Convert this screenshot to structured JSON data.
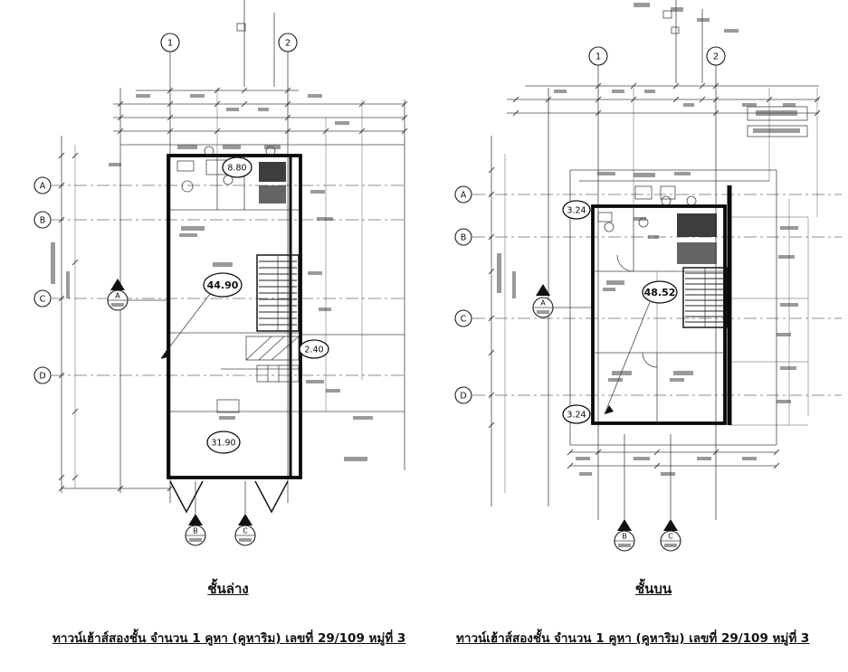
{
  "document": {
    "background": "#ffffff",
    "ink": "#1c1c1c"
  },
  "plans": {
    "left": {
      "floor_label": "ชั้นล่าง",
      "caption": "ทาวน์เฮ้าส์สองชั้น จำนวน 1 คูหา (คูหาริม) เลขที่ 29/109 หมู่ที่ 3",
      "column_bubbles": [
        "1",
        "2"
      ],
      "row_bubbles": [
        "A",
        "B",
        "C",
        "D"
      ],
      "area_labels": [
        "8.80",
        "44.90",
        "2.40",
        "31.90"
      ],
      "section_markers": [
        "A",
        "B",
        "C"
      ]
    },
    "right": {
      "floor_label": "ชั้นบน",
      "caption": "ทาวน์เฮ้าส์สองชั้น จำนวน 1 คูหา (คูหาริม) เลขที่ 29/109 หมู่ที่ 3",
      "column_bubbles": [
        "1",
        "2"
      ],
      "row_bubbles": [
        "A",
        "B",
        "C",
        "D"
      ],
      "area_labels": [
        "3.24",
        "48.52",
        "3.24"
      ],
      "section_markers": [
        "A",
        "B",
        "C"
      ]
    }
  }
}
